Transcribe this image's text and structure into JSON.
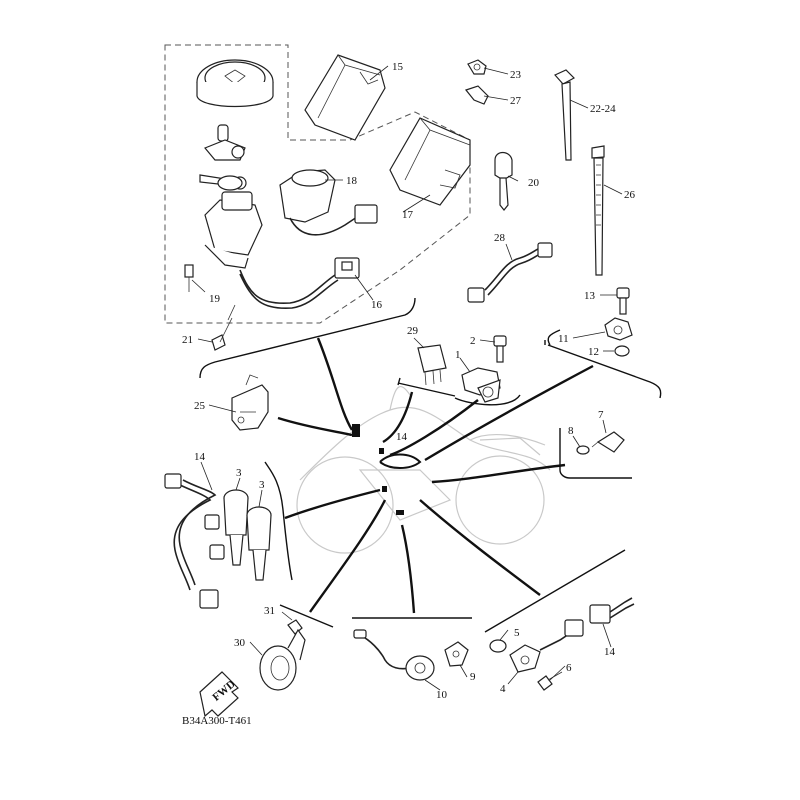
{
  "diagram": {
    "code": "B34A300-T461",
    "fwd_label": "FWD",
    "callouts": {
      "c1": "1",
      "c2": "2",
      "c3a": "3",
      "c3b": "3",
      "c4": "4",
      "c5": "5",
      "c6": "6",
      "c7": "7",
      "c8": "8",
      "c9": "9",
      "c10": "10",
      "c11": "11",
      "c12": "12",
      "c13": "13",
      "c14a": "14",
      "c14b": "14",
      "c14c": "14",
      "c15": "15",
      "c16": "16",
      "c17": "17",
      "c18": "18",
      "c19": "19",
      "c20": "20",
      "c21": "21",
      "c22": "22-24",
      "c23": "23",
      "c25": "25",
      "c26": "26",
      "c27": "27",
      "c28": "28",
      "c29": "29",
      "c30": "30",
      "c31": "31"
    }
  }
}
